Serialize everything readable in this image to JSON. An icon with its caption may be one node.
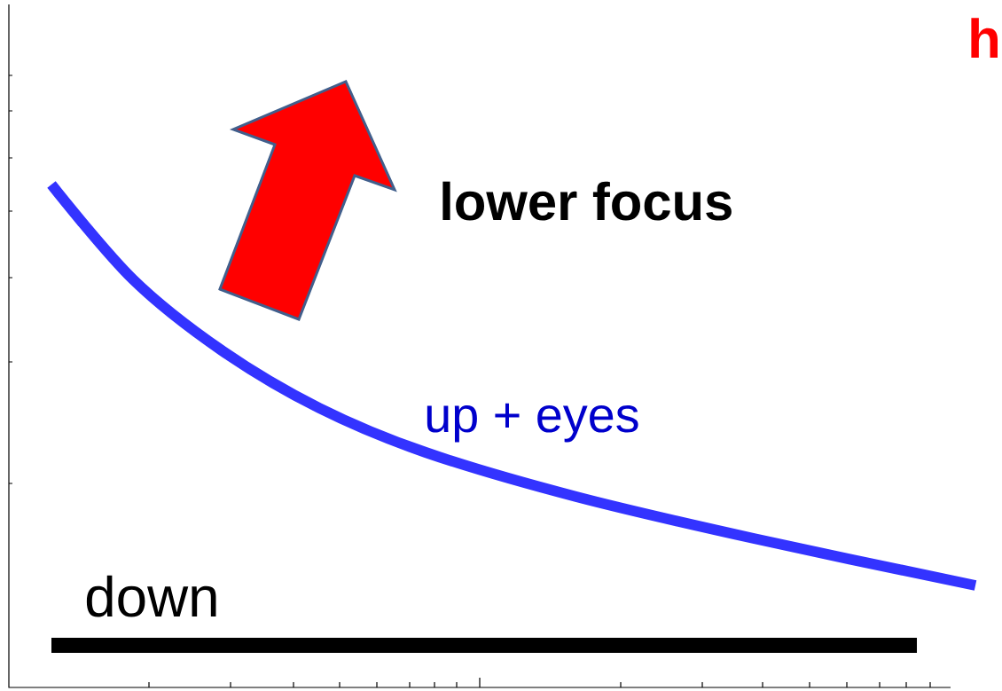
{
  "diagram": {
    "labels": [
      "h",
      "lower focus",
      "up + eyes",
      "down"
    ]
  }
}
